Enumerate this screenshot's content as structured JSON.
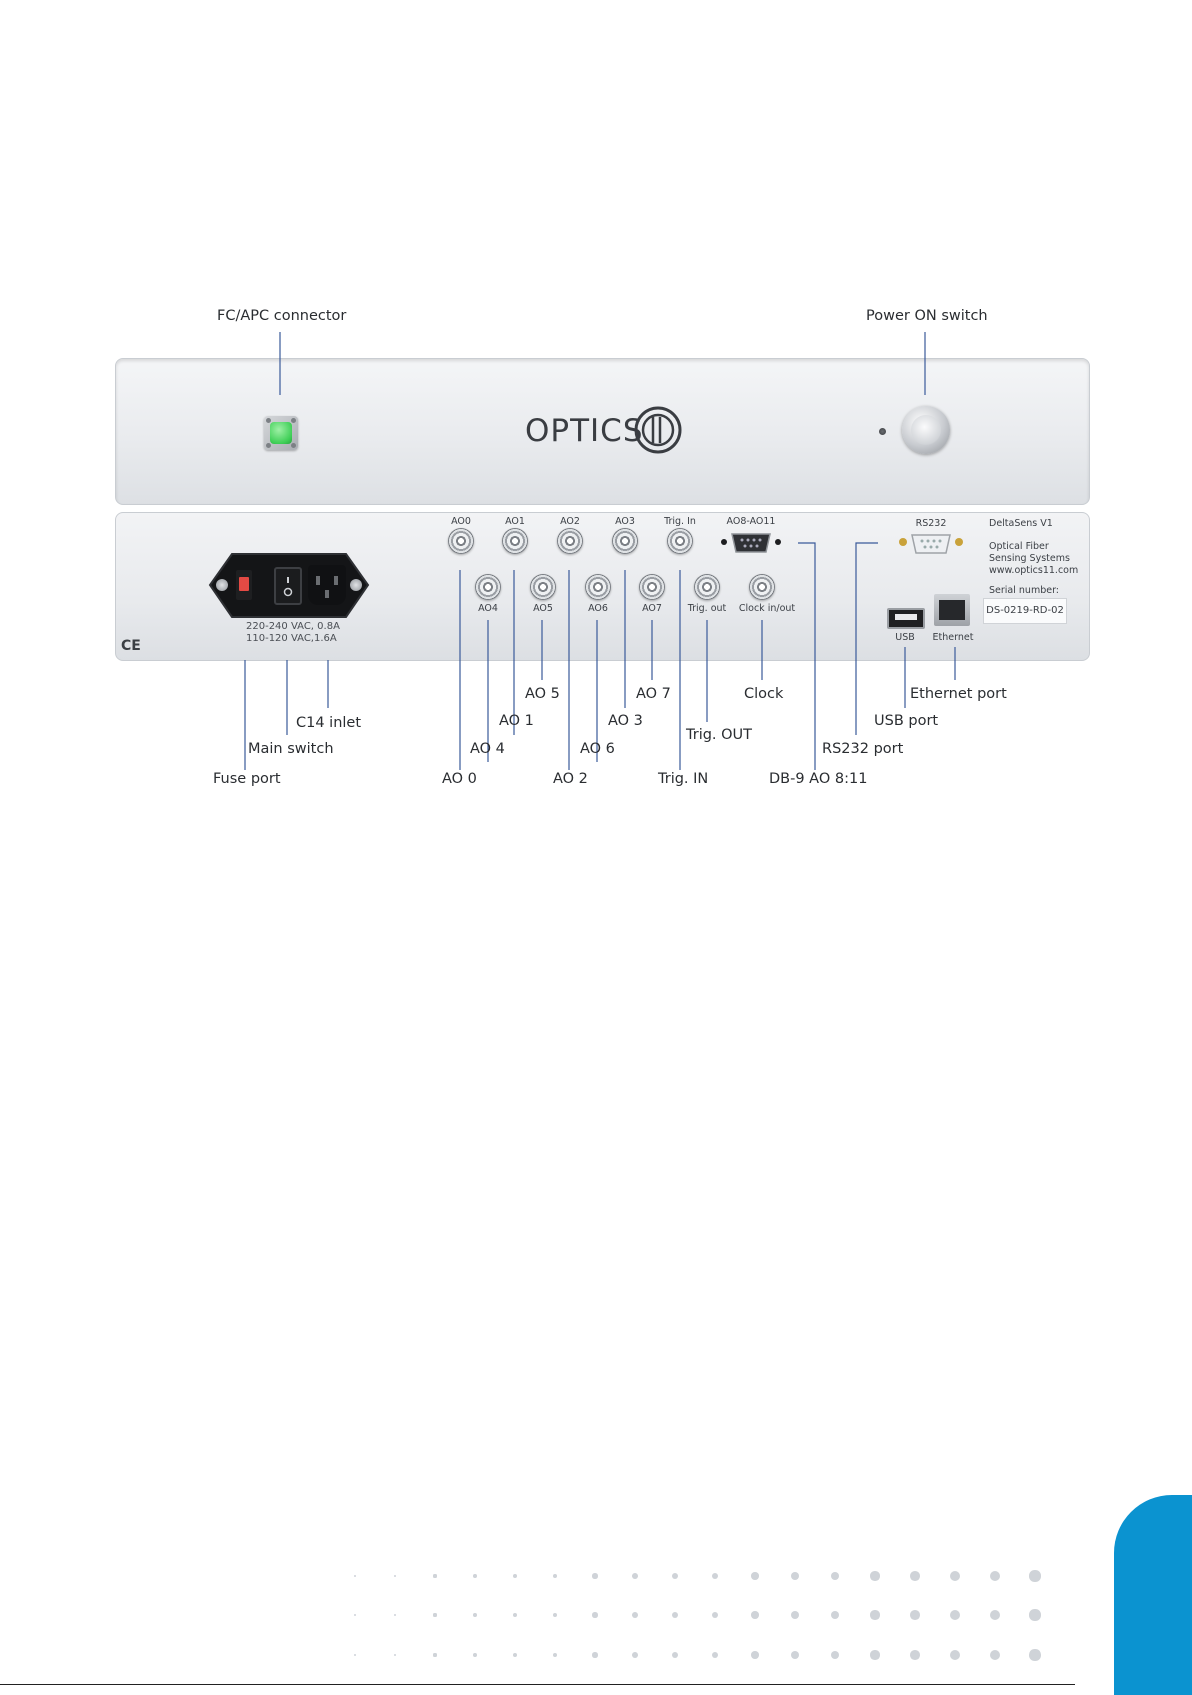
{
  "callouts": {
    "fc_apc_connector": "FC/APC connector",
    "power_on_switch": "Power ON switch",
    "ao5": "AO 5",
    "ao7": "AO 7",
    "clock": "Clock",
    "ethernet_port": "Ethernet port",
    "c14_inlet": "C14 inlet",
    "ao1": "AO 1",
    "ao3": "AO 3",
    "usb_port": "USB port",
    "trig_out": "Trig. OUT",
    "main_switch": "Main switch",
    "ao4": "AO 4",
    "ao6": "AO 6",
    "rs232_port": "RS232 port",
    "fuse_port": "Fuse port",
    "ao0": "AO 0",
    "ao2": "AO 2",
    "trig_in": "Trig. IN",
    "db9": "DB-9 AO 8:11"
  },
  "front_panel": {
    "brand": "OPTICS"
  },
  "rear_panel": {
    "rating_line1": "220-240 VAC, 0.8A",
    "rating_line2": "110-120 VAC,1.6A",
    "ce_mark": "CE",
    "top_row_labels": [
      "AO0",
      "AO1",
      "AO2",
      "AO3",
      "Trig. In",
      "AO8-AO11"
    ],
    "bottom_row_labels": [
      "AO4",
      "AO5",
      "AO6",
      "AO7",
      "Trig. out",
      "Clock in/out"
    ],
    "rs232_label": "RS232",
    "usb_label": "USB",
    "ethernet_label": "Ethernet",
    "product_name": "DeltaSens V1",
    "desc_line1": "Optical Fiber",
    "desc_line2": "Sensing Systems",
    "website": "www.optics11.com",
    "serial_label": "Serial number:",
    "serial_value": "DS-0219-RD-02"
  },
  "colors": {
    "accent_blue": "#0b93d0",
    "leader_line": "#3a5a9a",
    "fc_cap_green": "#3fcf57"
  }
}
